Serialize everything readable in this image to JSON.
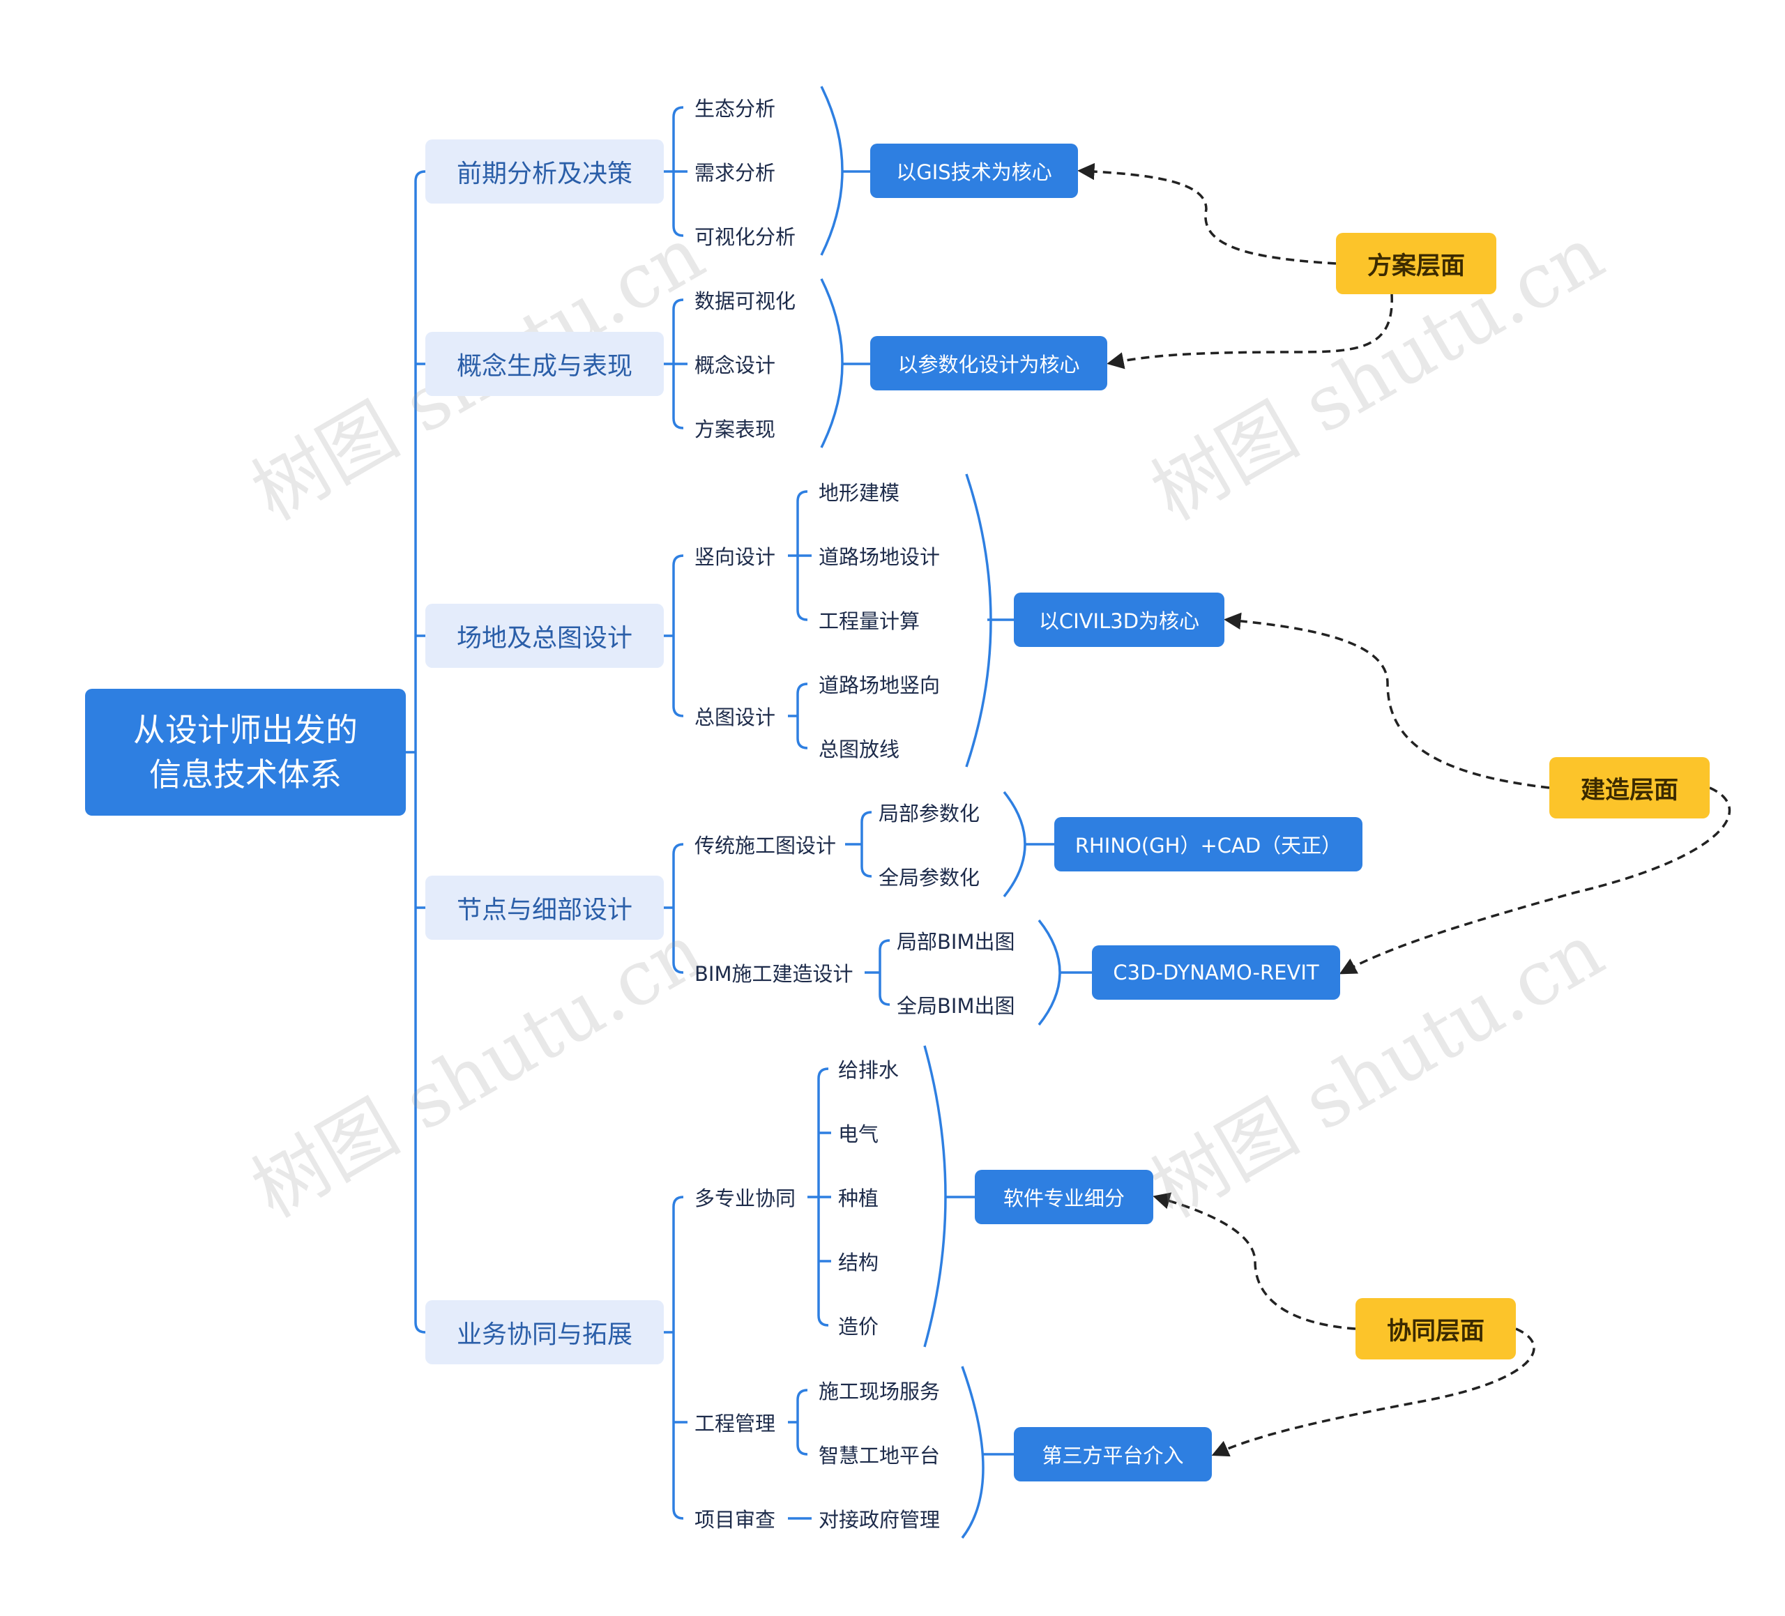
{
  "root": {
    "line1": "从设计师出发的",
    "line2": "信息技术体系"
  },
  "branches": [
    {
      "label": "前期分析及决策",
      "children": [
        "生态分析",
        "需求分析",
        "可视化分析"
      ],
      "summary": "以GIS技术为核心"
    },
    {
      "label": "概念生成与表现",
      "children": [
        "数据可视化",
        "概念设计",
        "方案表现"
      ],
      "summary": "以参数化设计为核心"
    },
    {
      "label": "场地及总图设计",
      "groups": [
        {
          "label": "竖向设计",
          "children": [
            "地形建模",
            "道路场地设计",
            "工程量计算"
          ]
        },
        {
          "label": "总图设计",
          "children": [
            "道路场地竖向",
            "总图放线"
          ]
        }
      ],
      "summary": "以CIVIL3D为核心"
    },
    {
      "label": "节点与细部设计",
      "groups": [
        {
          "label": "传统施工图设计",
          "children": [
            "局部参数化",
            "全局参数化"
          ],
          "summary": "RHINO(GH）+CAD（天正）"
        },
        {
          "label": "BIM施工建造设计",
          "children": [
            "局部BIM出图",
            "全局BIM出图"
          ],
          "summary": "C3D-DYNAMO-REVIT"
        }
      ]
    },
    {
      "label": "业务协同与拓展",
      "groups": [
        {
          "label": "多专业协同",
          "children": [
            "给排水",
            "电气",
            "种植",
            "结构",
            "造价"
          ],
          "summary": "软件专业细分"
        },
        {
          "label": "工程管理",
          "children": [
            "施工现场服务",
            "智慧工地平台"
          ]
        },
        {
          "label": "项目审查",
          "children": [
            "对接政府管理"
          ]
        }
      ],
      "summary_mgmt": "第三方平台介入"
    }
  ],
  "tags": {
    "plan": "方案层面",
    "build": "建造层面",
    "collab": "协同层面"
  },
  "watermark": "树图 shutu.cn",
  "colors": {
    "root": "#2e7fe1",
    "branch_bg": "#e4ecfb",
    "line": "#2e7fe1",
    "tag": "#fcc42a",
    "dash": "#222222"
  }
}
